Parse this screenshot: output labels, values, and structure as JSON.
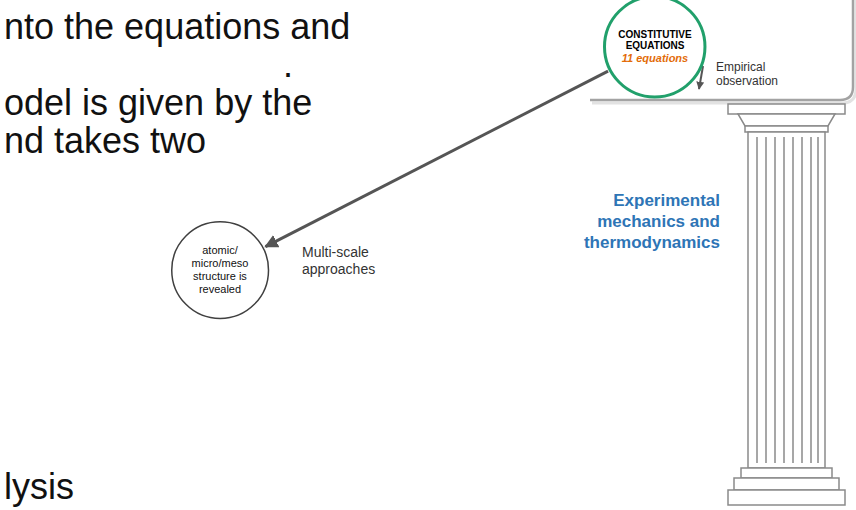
{
  "diagram": {
    "nodes": [
      {
        "text": [
          "CONSTITUTIVE EQUATIONS",
          "11 equations"
        ]
      },
      {
        "text": [
          "atomic/ micro/meso structure is revealed"
        ]
      }
    ],
    "edges": [
      {
        "from": 0,
        "to": 1,
        "arrow": "to",
        "label": "Multi-scale approaches"
      }
    ],
    "labels": [
      "nto the equations and",
      ".",
      "odel is given by the",
      "nd takes two",
      "lysis",
      "Empirical observation",
      "Experimental mechanics and thermodynamics"
    ]
  }
}
